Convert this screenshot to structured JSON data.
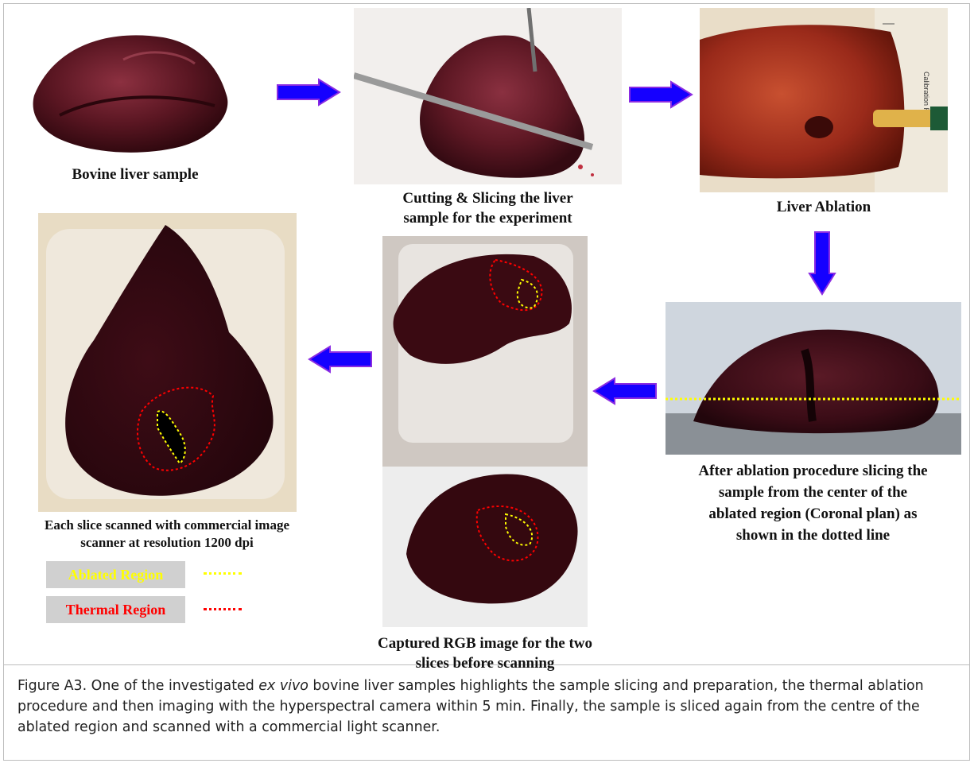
{
  "figure": {
    "caption_label": "Figure A3.",
    "caption_pre": " One of the investigated ",
    "caption_italic": "ex vivo",
    "caption_post": " bovine liver samples highlights the sample slicing and preparation, the thermal ablation procedure and then imaging with the hyperspectral camera within 5 min. Finally, the sample is sliced again from the centre of the ablated region and scanned with a commercial light scanner."
  },
  "panels": {
    "bovine": {
      "label": "Bovine liver sample"
    },
    "cutting": {
      "label_line1": "Cutting & Slicing the liver",
      "label_line2": "sample for the experiment"
    },
    "ablation": {
      "label": "Liver Ablation",
      "ruler_text": "Calibration Ruler"
    },
    "after": {
      "label_line1": "After ablation procedure slicing the",
      "label_line2": "sample from the center of the",
      "label_line3": "ablated region (Coronal plan) as",
      "label_line4": "shown in the dotted line"
    },
    "captured": {
      "label_line1": "Captured RGB image for the two",
      "label_line2": "slices before scanning"
    },
    "scanned": {
      "label_line1": "Each slice scanned with commercial image",
      "label_line2": "scanner at resolution  1200 dpi"
    }
  },
  "legend": {
    "ablated": {
      "label": "Ablated Region",
      "color": "#ffff00"
    },
    "thermal": {
      "label": "Thermal Region",
      "color": "#ff0000"
    }
  },
  "colors": {
    "arrow_fill": "#1500ff",
    "arrow_outline": "#8a2be2",
    "liver_dark": "#3a0a12",
    "liver_mid": "#6b1a24"
  }
}
